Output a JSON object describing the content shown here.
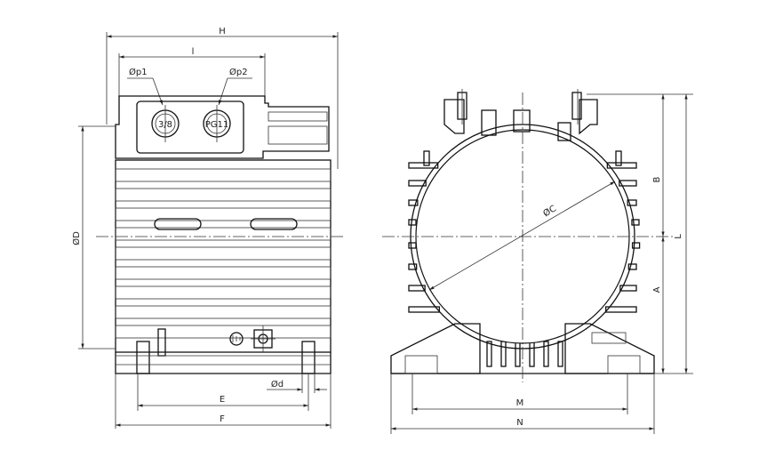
{
  "drawing": {
    "side_view": {
      "dimension_labels": {
        "h": "H",
        "l_top": "l",
        "p1": "Øp1",
        "p2": "Øp2",
        "d_diameter": "ØD",
        "e": "E",
        "f": "F",
        "d_small": "Ød"
      },
      "gland_labels": {
        "left": "3/8",
        "right": "PG11"
      }
    },
    "front_view": {
      "dimension_labels": {
        "c_diameter": "ØC",
        "b": "B",
        "a": "A",
        "l_total": "L",
        "m": "M",
        "n": "N"
      }
    }
  }
}
